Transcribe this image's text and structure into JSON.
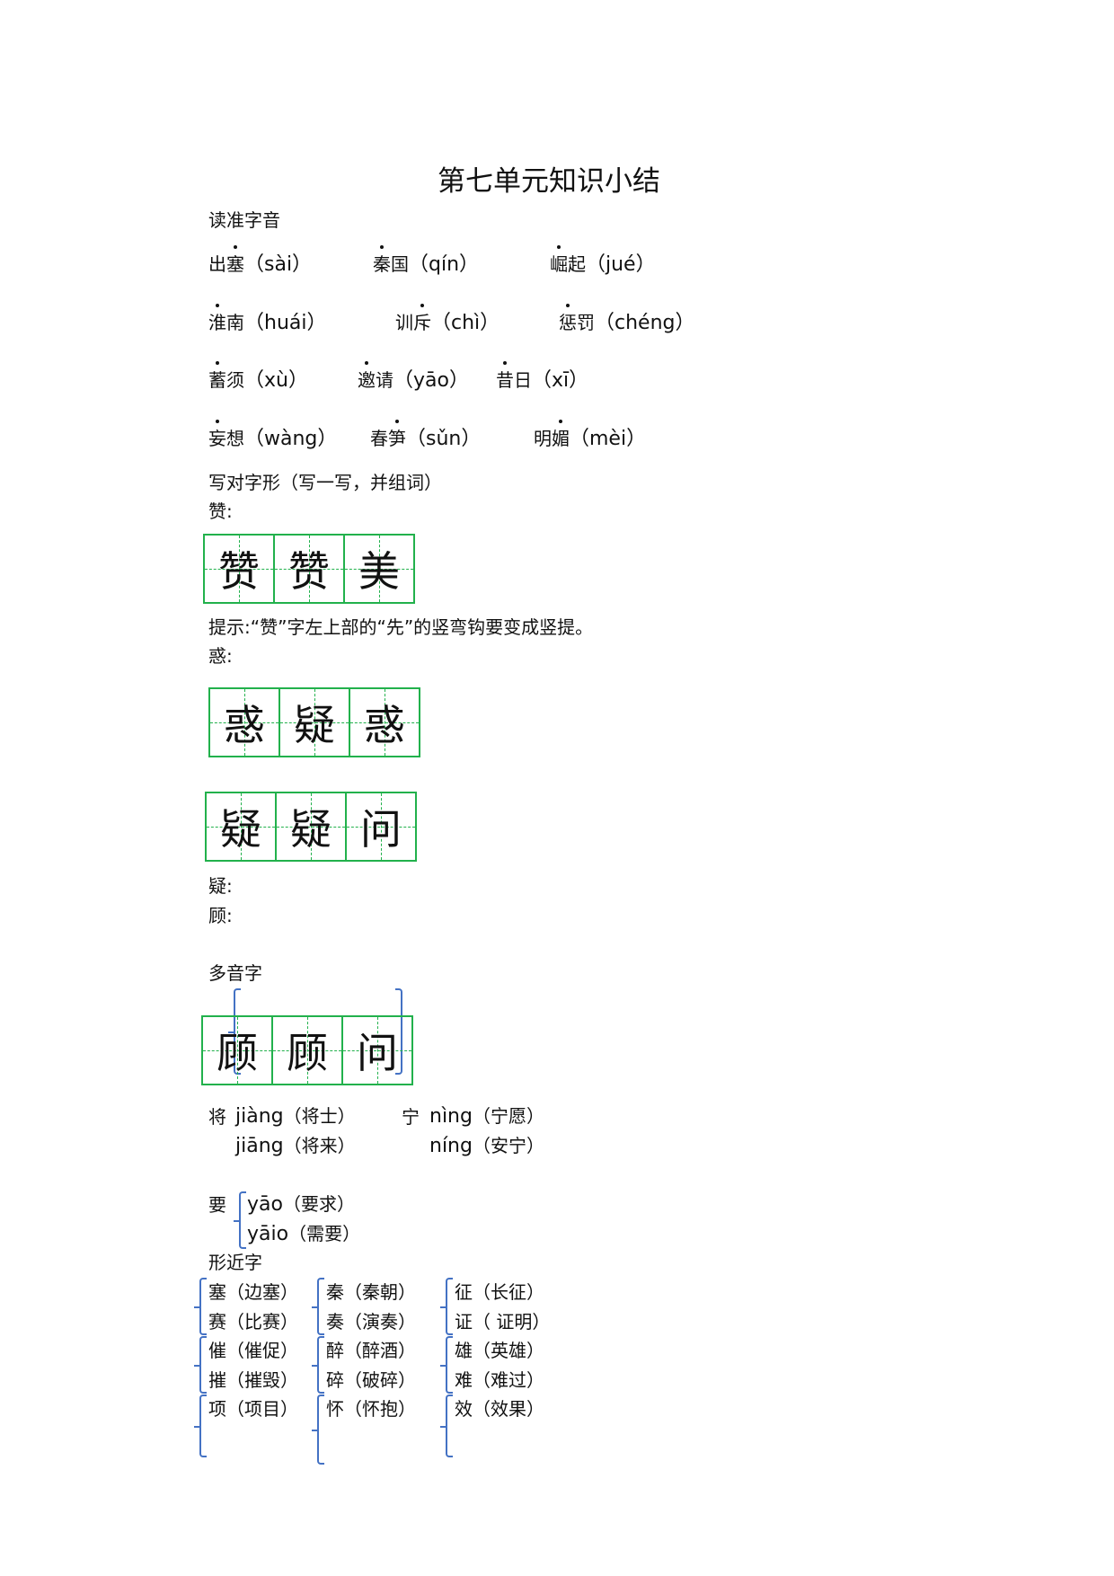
{
  "title": "第七单元知识小结",
  "section_pronunciation": {
    "heading": "读准字音",
    "rows": [
      [
        {
          "pre": "出",
          "dot": "塞",
          "post": "",
          "pinyin": "（sài）"
        },
        {
          "pre": "",
          "dot": "秦",
          "post": "国",
          "pinyin": "（qín）"
        },
        {
          "pre": "",
          "dot": "崛",
          "post": "起",
          "pinyin": "（jué）"
        }
      ],
      [
        {
          "pre": "",
          "dot": "淮",
          "post": "南",
          "pinyin": "（huái）"
        },
        {
          "pre": "训",
          "dot": "斥",
          "post": "",
          "pinyin": "（chì）"
        },
        {
          "pre": "",
          "dot": "惩",
          "post": "罚",
          "pinyin": "（chéng）"
        }
      ],
      [
        {
          "pre": "",
          "dot": "蓄",
          "post": "须",
          "pinyin": "（xù）"
        },
        {
          "pre": "",
          "dot": "邀",
          "post": "请",
          "pinyin": "（yāo）"
        },
        {
          "pre": "",
          "dot": "昔",
          "post": "日",
          "pinyin": "（xī）"
        }
      ],
      [
        {
          "pre": "",
          "dot": "妄",
          "post": "想",
          "pinyin": "（wàng）"
        },
        {
          "pre": "春",
          "dot": "笋",
          "post": "",
          "pinyin": "（sǔn）"
        },
        {
          "pre": "明",
          "dot": "媚",
          "post": "",
          "pinyin": "（mèi）"
        }
      ]
    ]
  },
  "section_writing": {
    "heading": "写对字形（写一写，并组词）",
    "label_zan": "赞:",
    "grid_zan": [
      "赞",
      "赞",
      "美"
    ],
    "tip": "提示:“赞”字左上部的“先”的竖弯钩要变成竖提。",
    "label_huo": "惑:",
    "grid_huo": [
      "惑",
      "疑",
      "惑"
    ],
    "grid_yi": [
      "疑",
      "疑",
      "问"
    ],
    "label_yi": "疑:",
    "label_gu": "顾:"
  },
  "section_polyphone": {
    "heading": "多音字",
    "grid_gu": [
      "顾",
      "顾",
      "问"
    ],
    "jiang": {
      "char": "将",
      "r1_py": "jiàng",
      "r1_word": "（将士）",
      "r2_py": "jiāng",
      "r2_word": "（将来）"
    },
    "ning": {
      "char": "宁",
      "r1_py": "nìng",
      "r1_word": "（宁愿）",
      "r2_py": "níng",
      "r2_word": "（安宁）"
    },
    "yao": {
      "char": "要",
      "r1_py": "yāo",
      "r1_word": "（要求）",
      "r2_py": "yāio",
      "r2_word": "（需要）"
    }
  },
  "section_similar": {
    "heading": "形近字",
    "col1": [
      "塞（边塞）",
      "赛（比赛）",
      "催（催促）",
      "摧（摧毁）",
      "项（项目）"
    ],
    "col2": [
      "秦（秦朝）",
      "奏（演奏）",
      "醉（醉酒）",
      "碎（破碎）",
      "怀（怀抱）"
    ],
    "col3": [
      "征（长征）",
      "证（ 证明）",
      "雄（英雄）",
      "难（难过）",
      "效（效果）"
    ]
  },
  "colors": {
    "grid": "#22b14c",
    "brace": "#4472c4"
  }
}
